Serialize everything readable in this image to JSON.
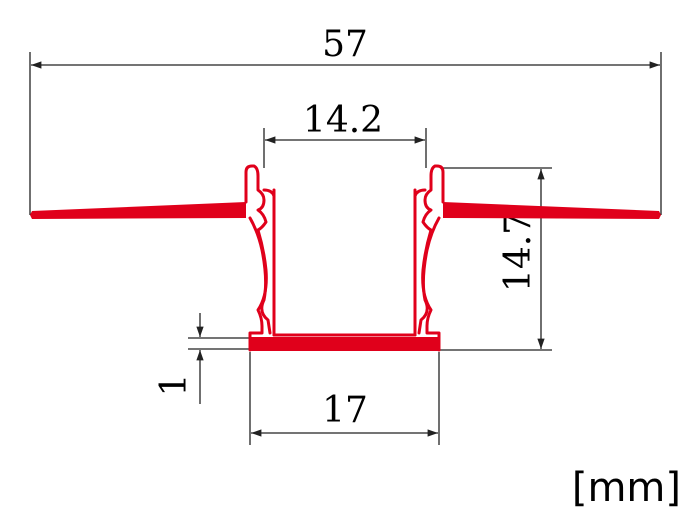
{
  "dimensions": {
    "overall_width": "57",
    "inner_width": "14.2",
    "height": "14.7",
    "base_width": "17",
    "base_thickness": "1"
  },
  "unit_label": "[mm]",
  "colors": {
    "profile": "#e0001b",
    "dimension_lines": "#222222",
    "background": "#ffffff"
  }
}
